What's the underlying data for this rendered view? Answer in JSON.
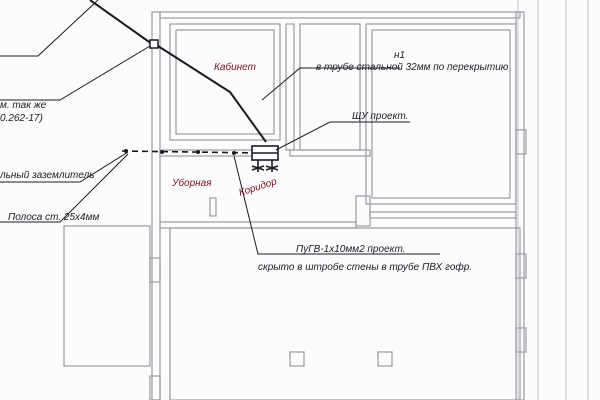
{
  "rooms": {
    "office": "Кабинет",
    "toilet": "Уборная",
    "corridor": "Коридор"
  },
  "annotations": {
    "feeder_id": "н1",
    "feeder_route": "в трубе стальной 32мм по перекрытию",
    "panel": "ЩУ проект.",
    "ground_electrode": "льный заземлитель",
    "strip": "Полоса ст. 25х4мм",
    "cable": "ПуГВ-1х10мм2 проект.",
    "cable_route": "скрыто в штробе стены в трубе ПВХ гофр.",
    "partial_left_1": "м. так же",
    "partial_left_2": "0.262-17)"
  },
  "colors": {
    "wall": "#9a9aa2",
    "wire": "#1a1a22",
    "room_text": "#7a1020",
    "background": "#fcfcfd"
  }
}
